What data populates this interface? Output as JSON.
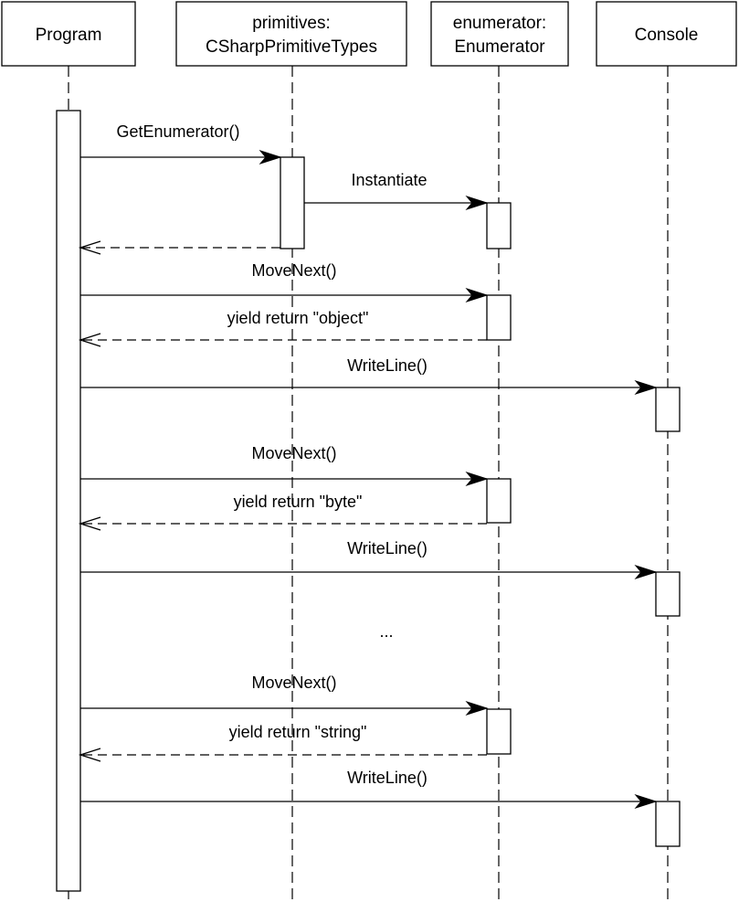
{
  "lifelines": [
    {
      "id": "program",
      "lines": [
        "Program"
      ]
    },
    {
      "id": "primitives",
      "lines": [
        "primitives:",
        "CSharpPrimitiveTypes"
      ]
    },
    {
      "id": "enumerator",
      "lines": [
        "enumerator:",
        "Enumerator"
      ]
    },
    {
      "id": "console",
      "lines": [
        "Console"
      ]
    }
  ],
  "messages": [
    {
      "from": "program",
      "to": "primitives",
      "label": "GetEnumerator()",
      "kind": "call"
    },
    {
      "from": "primitives",
      "to": "enumerator",
      "label": "Instantiate",
      "kind": "call"
    },
    {
      "from": "primitives",
      "to": "program",
      "label": "",
      "kind": "return"
    },
    {
      "from": "program",
      "to": "enumerator",
      "label": "MoveNext()",
      "kind": "call"
    },
    {
      "from": "enumerator",
      "to": "program",
      "label": "yield return \"object\"",
      "kind": "return"
    },
    {
      "from": "program",
      "to": "console",
      "label": "WriteLine()",
      "kind": "call"
    },
    {
      "from": "program",
      "to": "enumerator",
      "label": "MoveNext()",
      "kind": "call"
    },
    {
      "from": "enumerator",
      "to": "program",
      "label": "yield return \"byte\"",
      "kind": "return"
    },
    {
      "from": "program",
      "to": "console",
      "label": "WriteLine()",
      "kind": "call"
    },
    {
      "from": "program",
      "to": "enumerator",
      "label": "MoveNext()",
      "kind": "call"
    },
    {
      "from": "enumerator",
      "to": "program",
      "label": "yield return \"string\"",
      "kind": "return"
    },
    {
      "from": "program",
      "to": "console",
      "label": "WriteLine()",
      "kind": "call"
    }
  ],
  "ellipsis": "..."
}
